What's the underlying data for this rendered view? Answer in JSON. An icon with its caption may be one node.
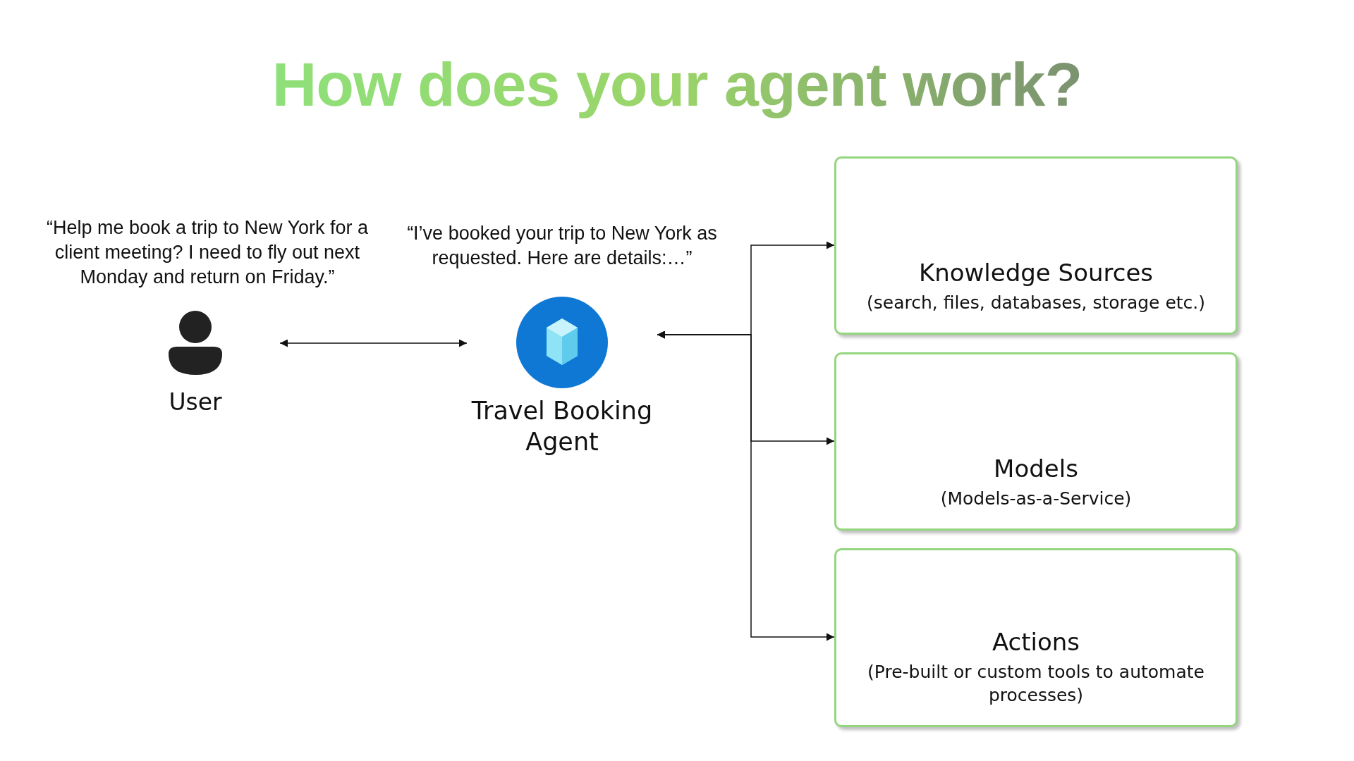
{
  "diagram": {
    "title": "How does your agent work?",
    "nodes": [
      {
        "text": [
          "User"
        ],
        "beside": [
          "“Help me book a trip to New York for a client meeting? I need to fly out next Monday and return on Friday.”"
        ]
      },
      {
        "text": [
          "Travel Booking Agent"
        ],
        "beside": [
          "“I’ve booked your trip to New York as requested. Here are details:…”"
        ]
      },
      {
        "text": [
          "Knowledge Sources",
          "(search, files, databases, storage etc.)"
        ]
      },
      {
        "text": [
          "Models",
          "(Models-as-a-Service)"
        ]
      },
      {
        "text": [
          "Actions",
          "(Pre-built or custom tools to automate processes)"
        ]
      }
    ],
    "edges": [
      {
        "from": 0,
        "to": 1,
        "arrow": "both"
      },
      {
        "from": 1,
        "to": 2,
        "arrow": "both"
      },
      {
        "from": 1,
        "to": 3,
        "arrow": "both"
      },
      {
        "from": 1,
        "to": 4,
        "arrow": "both"
      }
    ]
  }
}
